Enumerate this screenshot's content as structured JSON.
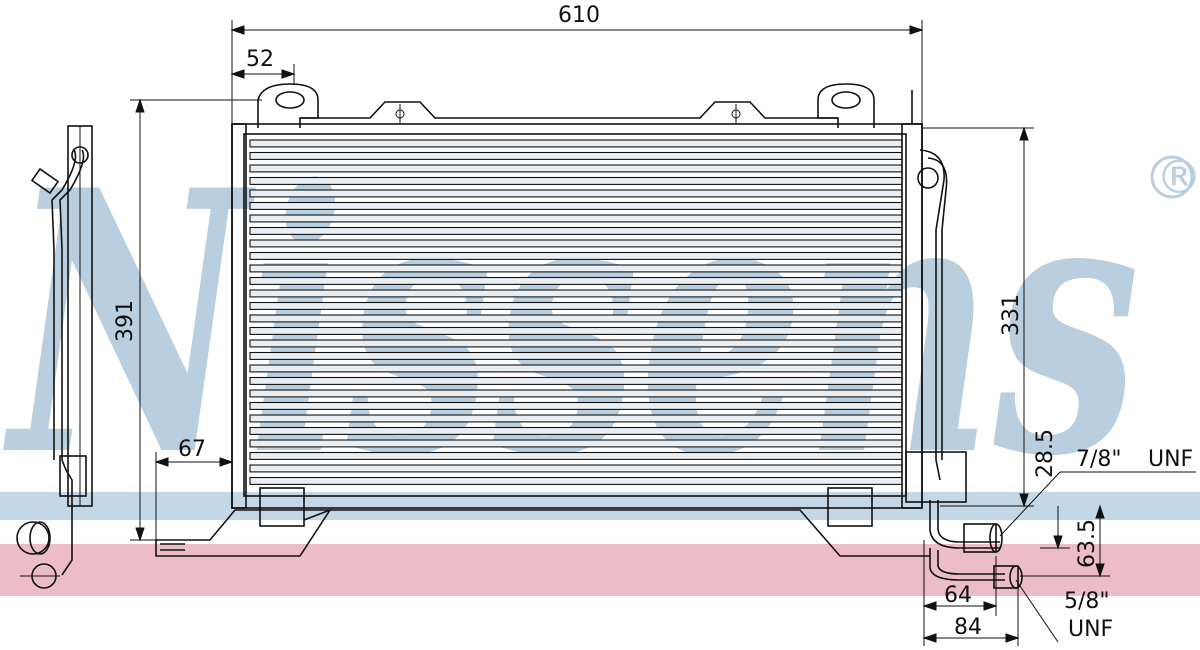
{
  "brand": {
    "watermark": "Nissens",
    "registered_mark": "®",
    "watermark_color": "#b9cfdf",
    "band_blue": "#c4d7e6",
    "band_pink": "#ecbcc8"
  },
  "dimensions": {
    "width_total": "610",
    "offset_left": "52",
    "height_total": "391",
    "height_core": "331",
    "bracket_offset": "67",
    "fitting_height": "28.5",
    "fitting_spacing": "63.5",
    "fitting_x_inner": "64",
    "fitting_x_outer": "84"
  },
  "fittings": {
    "upper": {
      "size": "7/8\"",
      "thread": "UNF"
    },
    "lower": {
      "size": "5/8\"",
      "thread": "UNF"
    }
  }
}
